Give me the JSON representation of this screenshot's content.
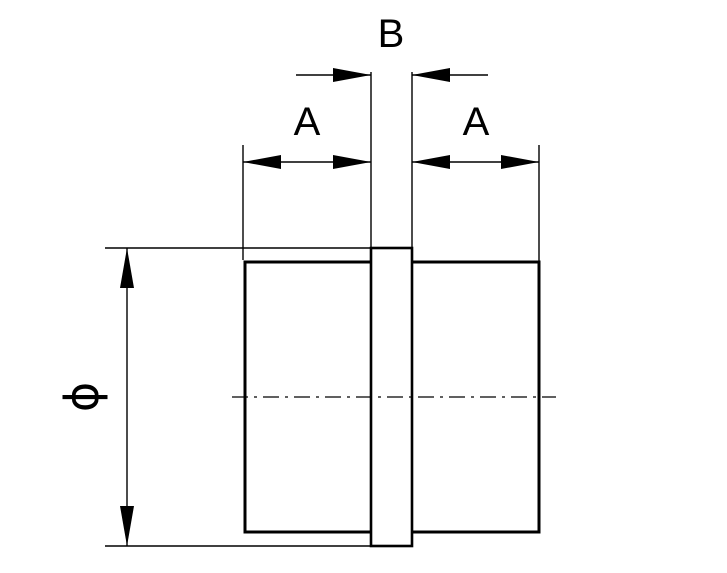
{
  "labels": {
    "width_left": "A",
    "width_right": "A",
    "gap": "B",
    "diameter": "ϕ"
  },
  "colors": {
    "line": "#000000",
    "background": "#ffffff"
  }
}
